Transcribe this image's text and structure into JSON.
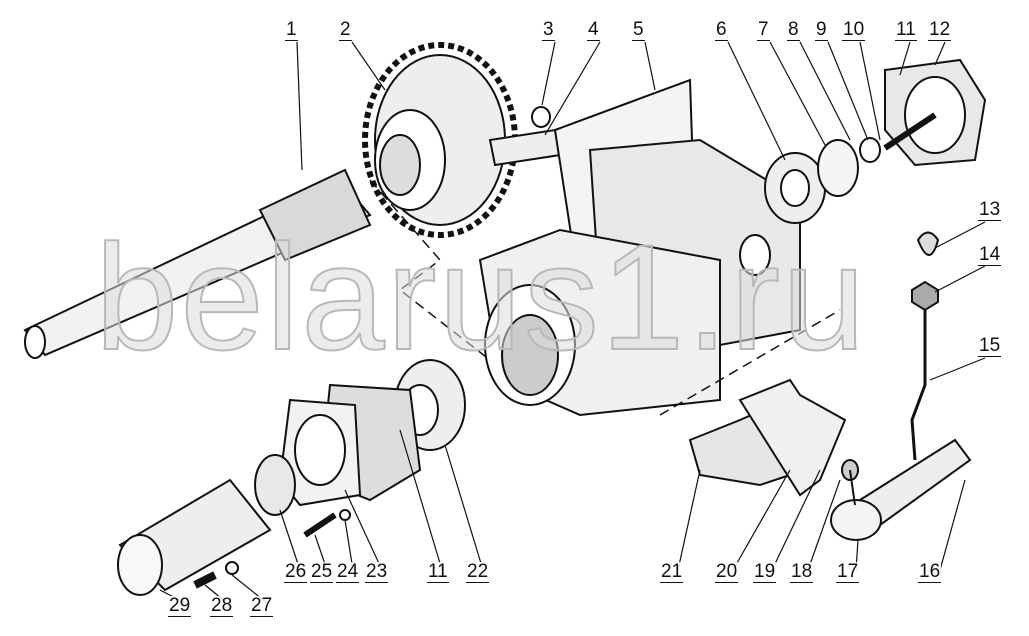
{
  "diagram": {
    "watermark": "belarus1.ru",
    "colors": {
      "ink": "#111111",
      "shade": "#d9d9d9",
      "watermark": "#c8c8c8"
    },
    "labels": [
      "1",
      "2",
      "3",
      "4",
      "5",
      "6",
      "7",
      "8",
      "9",
      "10",
      "11",
      "12",
      "13",
      "14",
      "15",
      "16",
      "17",
      "18",
      "19",
      "20",
      "21",
      "22",
      "23",
      "11",
      "24",
      "25",
      "26",
      "27",
      "28",
      "29"
    ]
  }
}
